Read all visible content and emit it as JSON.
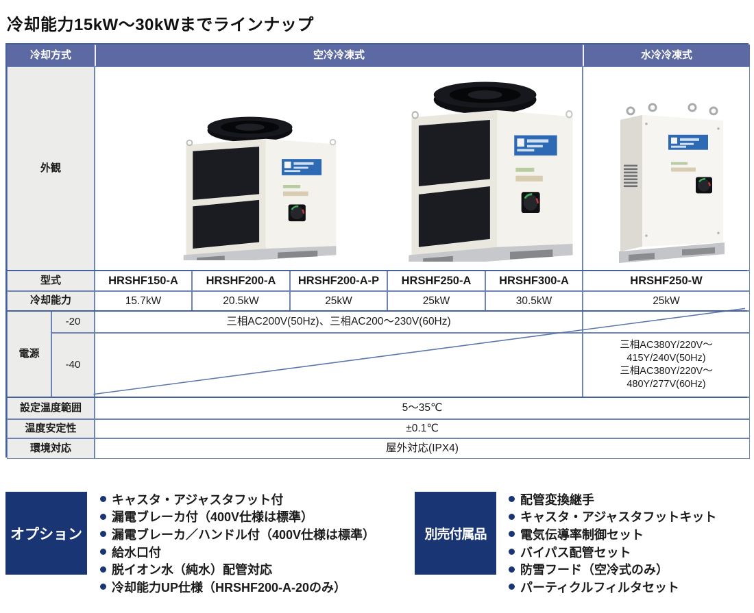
{
  "title": "冷却能力15kW～30kWまでラインナップ",
  "table": {
    "header": {
      "method": "冷却方式",
      "air": "空冷冷凍式",
      "water": "水冷冷凍式"
    },
    "labels": {
      "appearance": "外観",
      "model": "型式",
      "capacity": "冷却能力",
      "power": "電源",
      "power_20": "-20",
      "power_40": "-40",
      "temp_range": "設定温度範囲",
      "temp_stability": "温度安定性",
      "environment": "環境対応"
    },
    "models": [
      "HRSHF150-A",
      "HRSHF200-A",
      "HRSHF200-A-P",
      "HRSHF250-A",
      "HRSHF300-A",
      "HRSHF250-W"
    ],
    "capacities": [
      "15.7kW",
      "20.5kW",
      "25kW",
      "25kW",
      "30.5kW",
      "25kW"
    ],
    "power_20_air": "三相AC200V(50Hz)、三相AC200～230V(60Hz)",
    "power_40_water_lines": [
      "三相AC380Y/220V～",
      "415Y/240V(50Hz)",
      "三相AC380Y/220V～",
      "480Y/277V(60Hz)"
    ],
    "temp_range_value": "5～35℃",
    "temp_stability_value": "±0.1℃",
    "environment_value": "屋外対応(IPX4)"
  },
  "options": {
    "label": "オプション",
    "items": [
      "キャスタ・アジャスタフット付",
      "漏電ブレーカ付（400V仕様は標準）",
      "漏電ブレーカ／ハンドル付（400V仕様は標準）",
      "給水口付",
      "脱イオン水（純水）配管対応",
      "冷却能力UP仕様（HRSHF200-A-20のみ）"
    ]
  },
  "accessories": {
    "label": "別売付属品",
    "items": [
      "配管変換継手",
      "キャスタ・アジャスタフットキット",
      "電気伝導率制御セット",
      "バイパス配管セット",
      "防雪フード（空冷式のみ）",
      "パーティクルフィルタセット"
    ]
  },
  "colors": {
    "header_blue": "#5d69a2",
    "grid_blue": "#6d84b6",
    "separator_blue": "#44609d",
    "label_gray": "#ececea",
    "navy_box": "#1a3574",
    "brand_label_blue": "#2e6ab3"
  }
}
